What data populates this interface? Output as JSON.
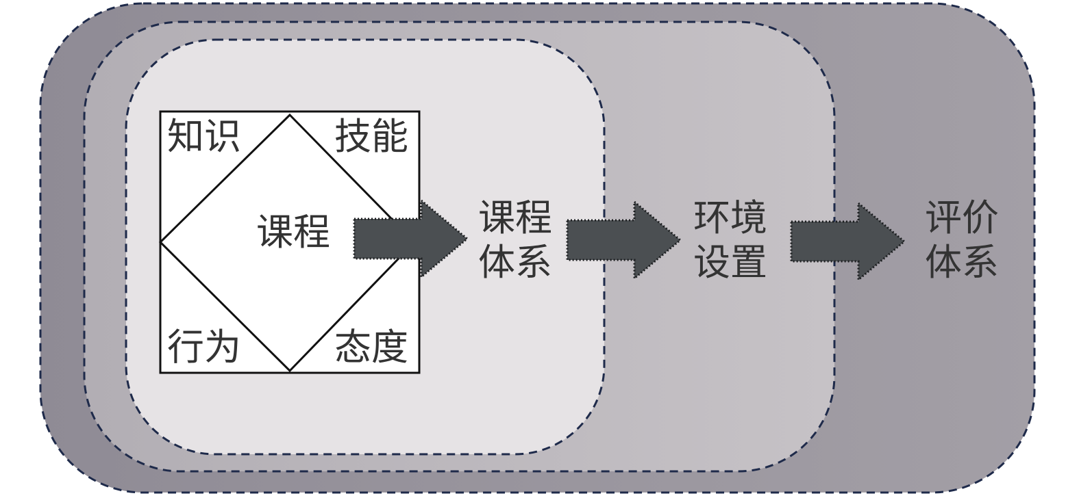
{
  "diagram": {
    "corners": {
      "top_left": "知识",
      "top_right": "技能",
      "bottom_left": "行为",
      "bottom_right": "态度"
    },
    "center": "课程",
    "stages": [
      {
        "line1": "课程",
        "line2": "体系"
      },
      {
        "line1": "环境",
        "line2": "设置"
      },
      {
        "line1": "评价",
        "line2": "体系"
      }
    ],
    "colors": {
      "outer_layer": "#9f9ba3",
      "middle_layer": "#c3bfc3",
      "inner_layer": "#e6e3e5",
      "border_dash": "#1e2a4a",
      "arrow_fill": "#4b4f52",
      "text": "#333333"
    }
  }
}
